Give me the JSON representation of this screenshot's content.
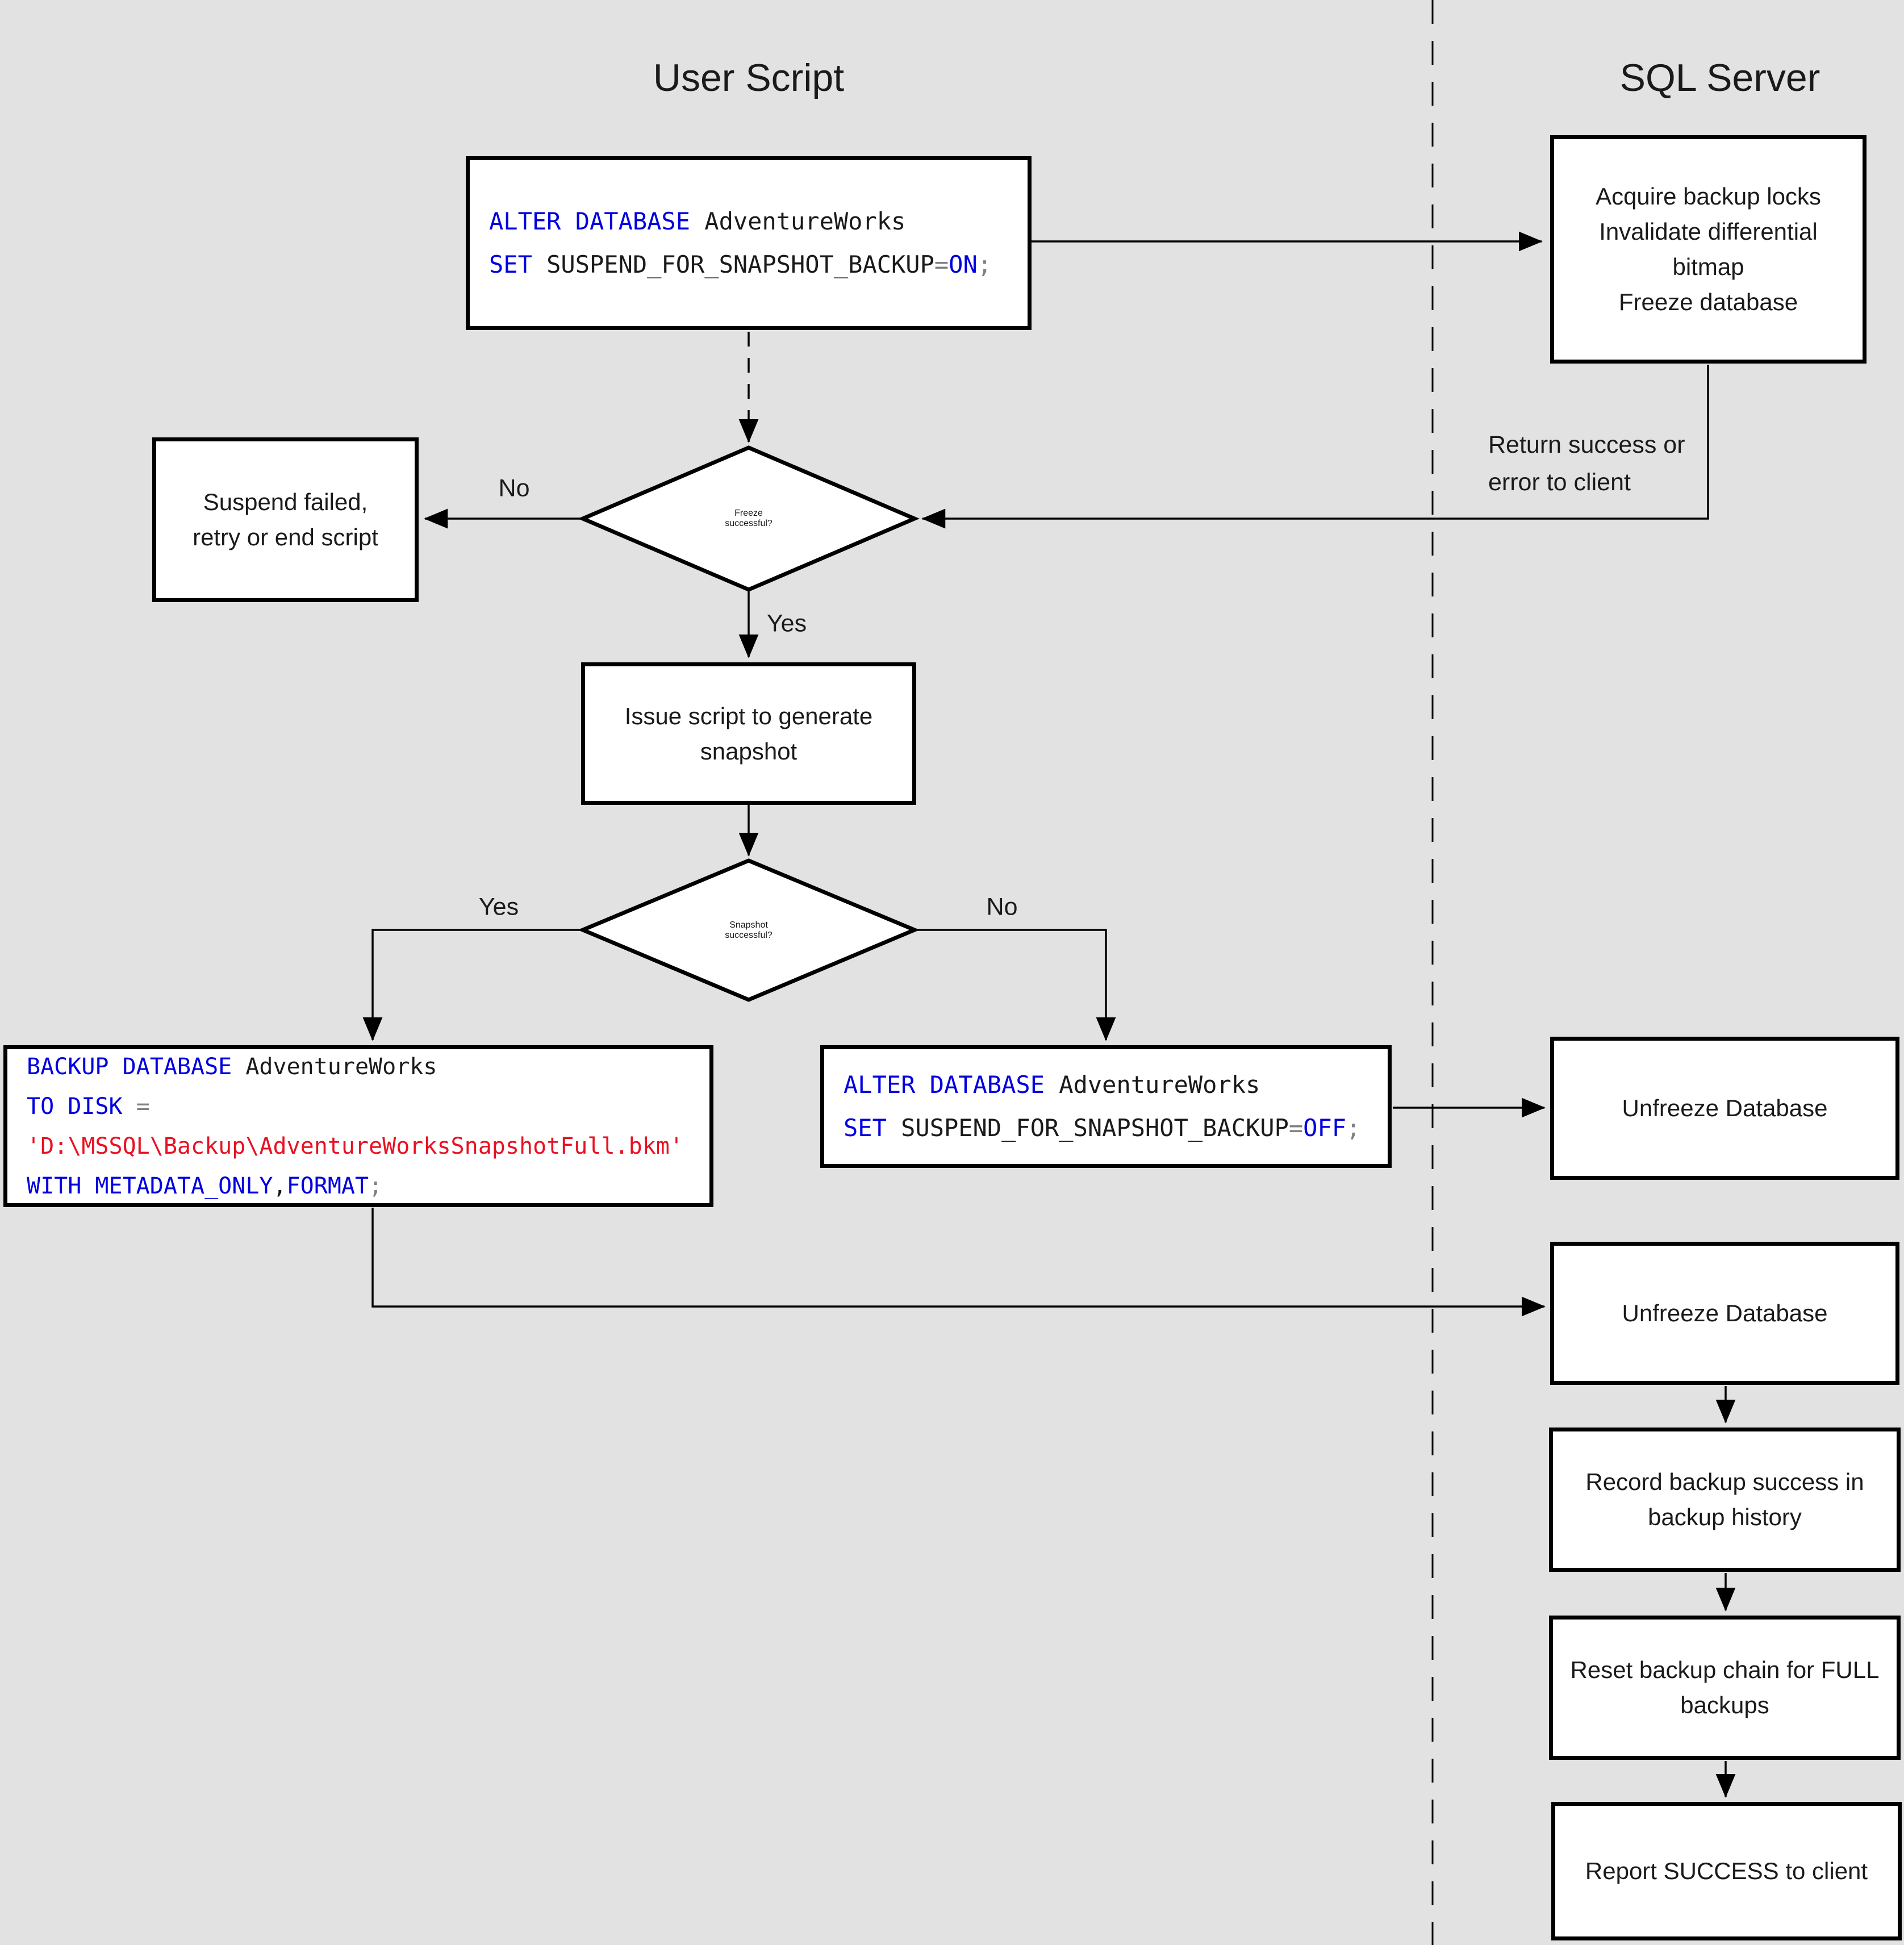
{
  "colors": {
    "background": "#e2e2e2",
    "node_fill": "#ffffff",
    "ink": "#1a1a1a",
    "line": "#000000",
    "keyword": "#0000e0",
    "string": "#e81123",
    "operator": "#808080",
    "identifier": "#1a1a1a"
  },
  "lanes": {
    "left_title": "User Script",
    "right_title": "SQL Server"
  },
  "nodes": {
    "alter_on": {
      "code": [
        [
          {
            "c": "kw",
            "t": "ALTER DATABASE"
          },
          {
            "c": "id",
            "t": " AdventureWorks"
          }
        ],
        [
          {
            "c": "kw",
            "t": "SET"
          },
          {
            "c": "id",
            "t": " SUSPEND_FOR_SNAPSHOT_BACKUP"
          },
          {
            "c": "op",
            "t": "="
          },
          {
            "c": "kw",
            "t": "ON"
          },
          {
            "c": "op",
            "t": ";"
          }
        ]
      ]
    },
    "acquire": {
      "lines": [
        "Acquire backup locks",
        "Invalidate differential",
        "bitmap",
        "Freeze database"
      ]
    },
    "suspend_failed": {
      "lines": [
        "Suspend failed,",
        "retry or end script"
      ]
    },
    "freeze_decision": {
      "lines": [
        "Freeze",
        "successful?"
      ]
    },
    "issue_script": {
      "lines": [
        "Issue script to generate",
        "snapshot"
      ]
    },
    "snapshot_decision": {
      "lines": [
        "Snapshot",
        "successful?"
      ]
    },
    "backup_metadata": {
      "code": [
        [
          {
            "c": "kw",
            "t": "BACKUP DATABASE"
          },
          {
            "c": "id",
            "t": " AdventureWorks"
          }
        ],
        [
          {
            "c": "kw",
            "t": "TO DISK"
          },
          {
            "c": "op",
            "t": " ="
          }
        ],
        [
          {
            "c": "str",
            "t": "'D:\\MSSQL\\Backup\\AdventureWorksSnapshotFull.bkm'"
          }
        ],
        [
          {
            "c": "kw",
            "t": "WITH METADATA_ONLY"
          },
          {
            "c": "id",
            "t": ","
          },
          {
            "c": "kw",
            "t": "FORMAT"
          },
          {
            "c": "op",
            "t": ";"
          }
        ]
      ]
    },
    "alter_off": {
      "code": [
        [
          {
            "c": "kw",
            "t": "ALTER DATABASE"
          },
          {
            "c": "id",
            "t": " AdventureWorks"
          }
        ],
        [
          {
            "c": "kw",
            "t": "SET"
          },
          {
            "c": "id",
            "t": " SUSPEND_FOR_SNAPSHOT_BACKUP"
          },
          {
            "c": "op",
            "t": "="
          },
          {
            "c": "kw",
            "t": "OFF"
          },
          {
            "c": "op",
            "t": ";"
          }
        ]
      ]
    },
    "unfreeze_1": {
      "lines": [
        "Unfreeze Database"
      ]
    },
    "unfreeze_2": {
      "lines": [
        "Unfreeze Database"
      ]
    },
    "record_history": {
      "lines": [
        "Record backup success in",
        "backup history"
      ]
    },
    "reset_chain": {
      "lines": [
        "Reset backup chain for FULL",
        "backups"
      ]
    },
    "report_success": {
      "lines": [
        "Report SUCCESS to client"
      ]
    }
  },
  "labels": {
    "freeze_no": "No",
    "freeze_yes": "Yes",
    "snapshot_yes": "Yes",
    "snapshot_no": "No",
    "return_note": [
      "Return success or",
      "error to client"
    ]
  }
}
